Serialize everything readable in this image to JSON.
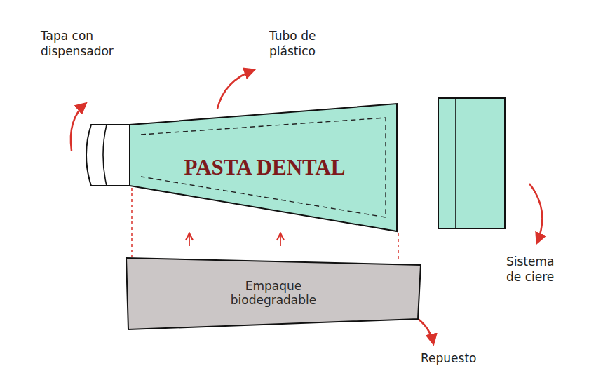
{
  "diagram": {
    "nodes": [
      {
        "text": [
          "PASTA DENTAL"
        ]
      },
      {
        "text": [
          "Empaque biodegradable"
        ]
      }
    ],
    "edges": [
      {
        "from": 1,
        "to": 0,
        "arrow": "to"
      },
      {
        "from": 1,
        "to": 0,
        "arrow": "to"
      }
    ],
    "labels": [
      "Tapa con dispensador",
      "Tubo de plástico",
      "Sistema de ciere",
      "Repuesto"
    ]
  }
}
